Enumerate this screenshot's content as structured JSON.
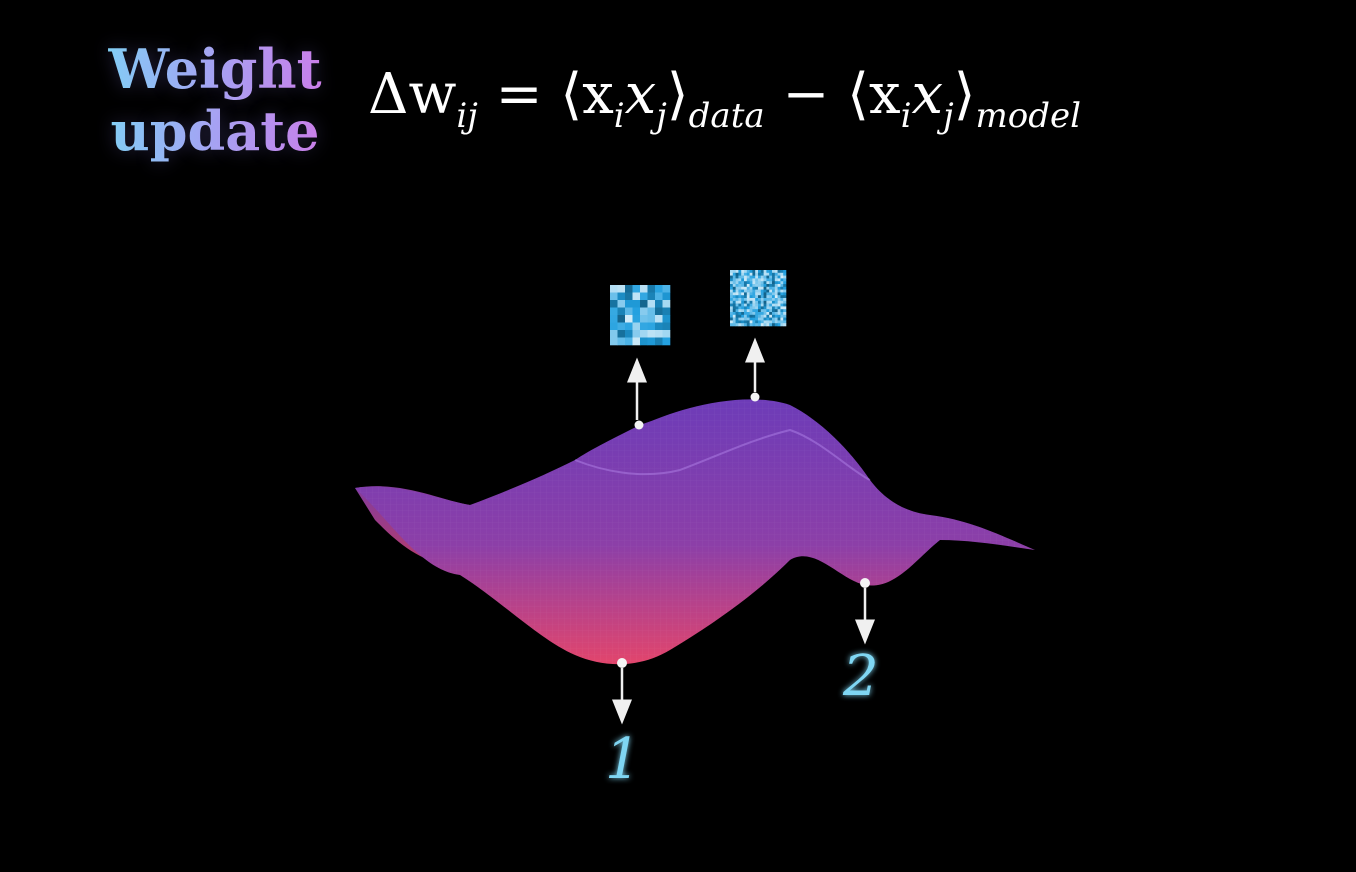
{
  "title": {
    "line1": "Weight",
    "line2": "update"
  },
  "formula": {
    "lhs": "Δw",
    "lhs_sub": "ij",
    "equals": "=",
    "term1": "⟨x",
    "term1_i": "i",
    "term1_x": "x",
    "term1_j": "j",
    "term1_close": "⟩",
    "term1_sub": "data",
    "minus": "−",
    "term2": "⟨x",
    "term2_i": "i",
    "term2_x": "x",
    "term2_j": "j",
    "term2_close": "⟩",
    "term2_sub": "model"
  },
  "labels": {
    "label1": "1",
    "label2": "2"
  },
  "colors": {
    "title_gradient": [
      "#7fd8f5",
      "#d27ce8"
    ],
    "surface_top": "#6b3fb5",
    "surface_low": "#e0406a",
    "accent": "#7fd6f3"
  }
}
